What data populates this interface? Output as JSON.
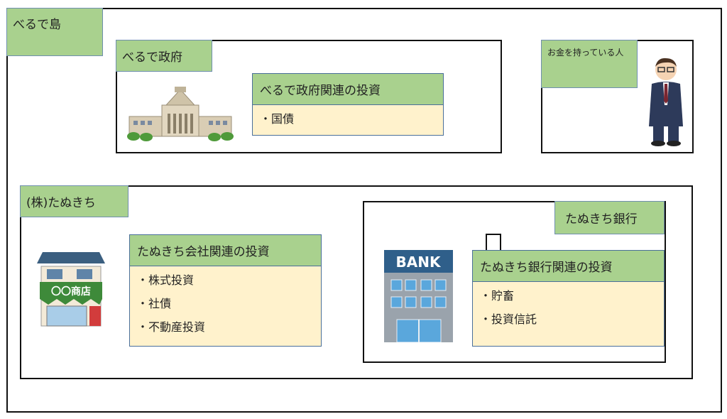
{
  "island": {
    "label": "べるで島"
  },
  "government": {
    "label": "べるで政府",
    "investment_title": "べるで政府関連の投資",
    "investments": [
      "・国債"
    ]
  },
  "person": {
    "label": "お金を持っている人"
  },
  "company": {
    "label": "(株)たぬきち",
    "investment_title": "たぬきち会社関連の投資",
    "investments": [
      "・株式投資",
      "・社債",
      "・不動産投資"
    ],
    "shop_sign": "〇〇商店"
  },
  "bank": {
    "label": "たぬきち銀行",
    "investment_title": "たぬきち銀行関連の投資",
    "investments": [
      "・貯畜",
      "・投資信託"
    ],
    "sign": "BANK"
  }
}
